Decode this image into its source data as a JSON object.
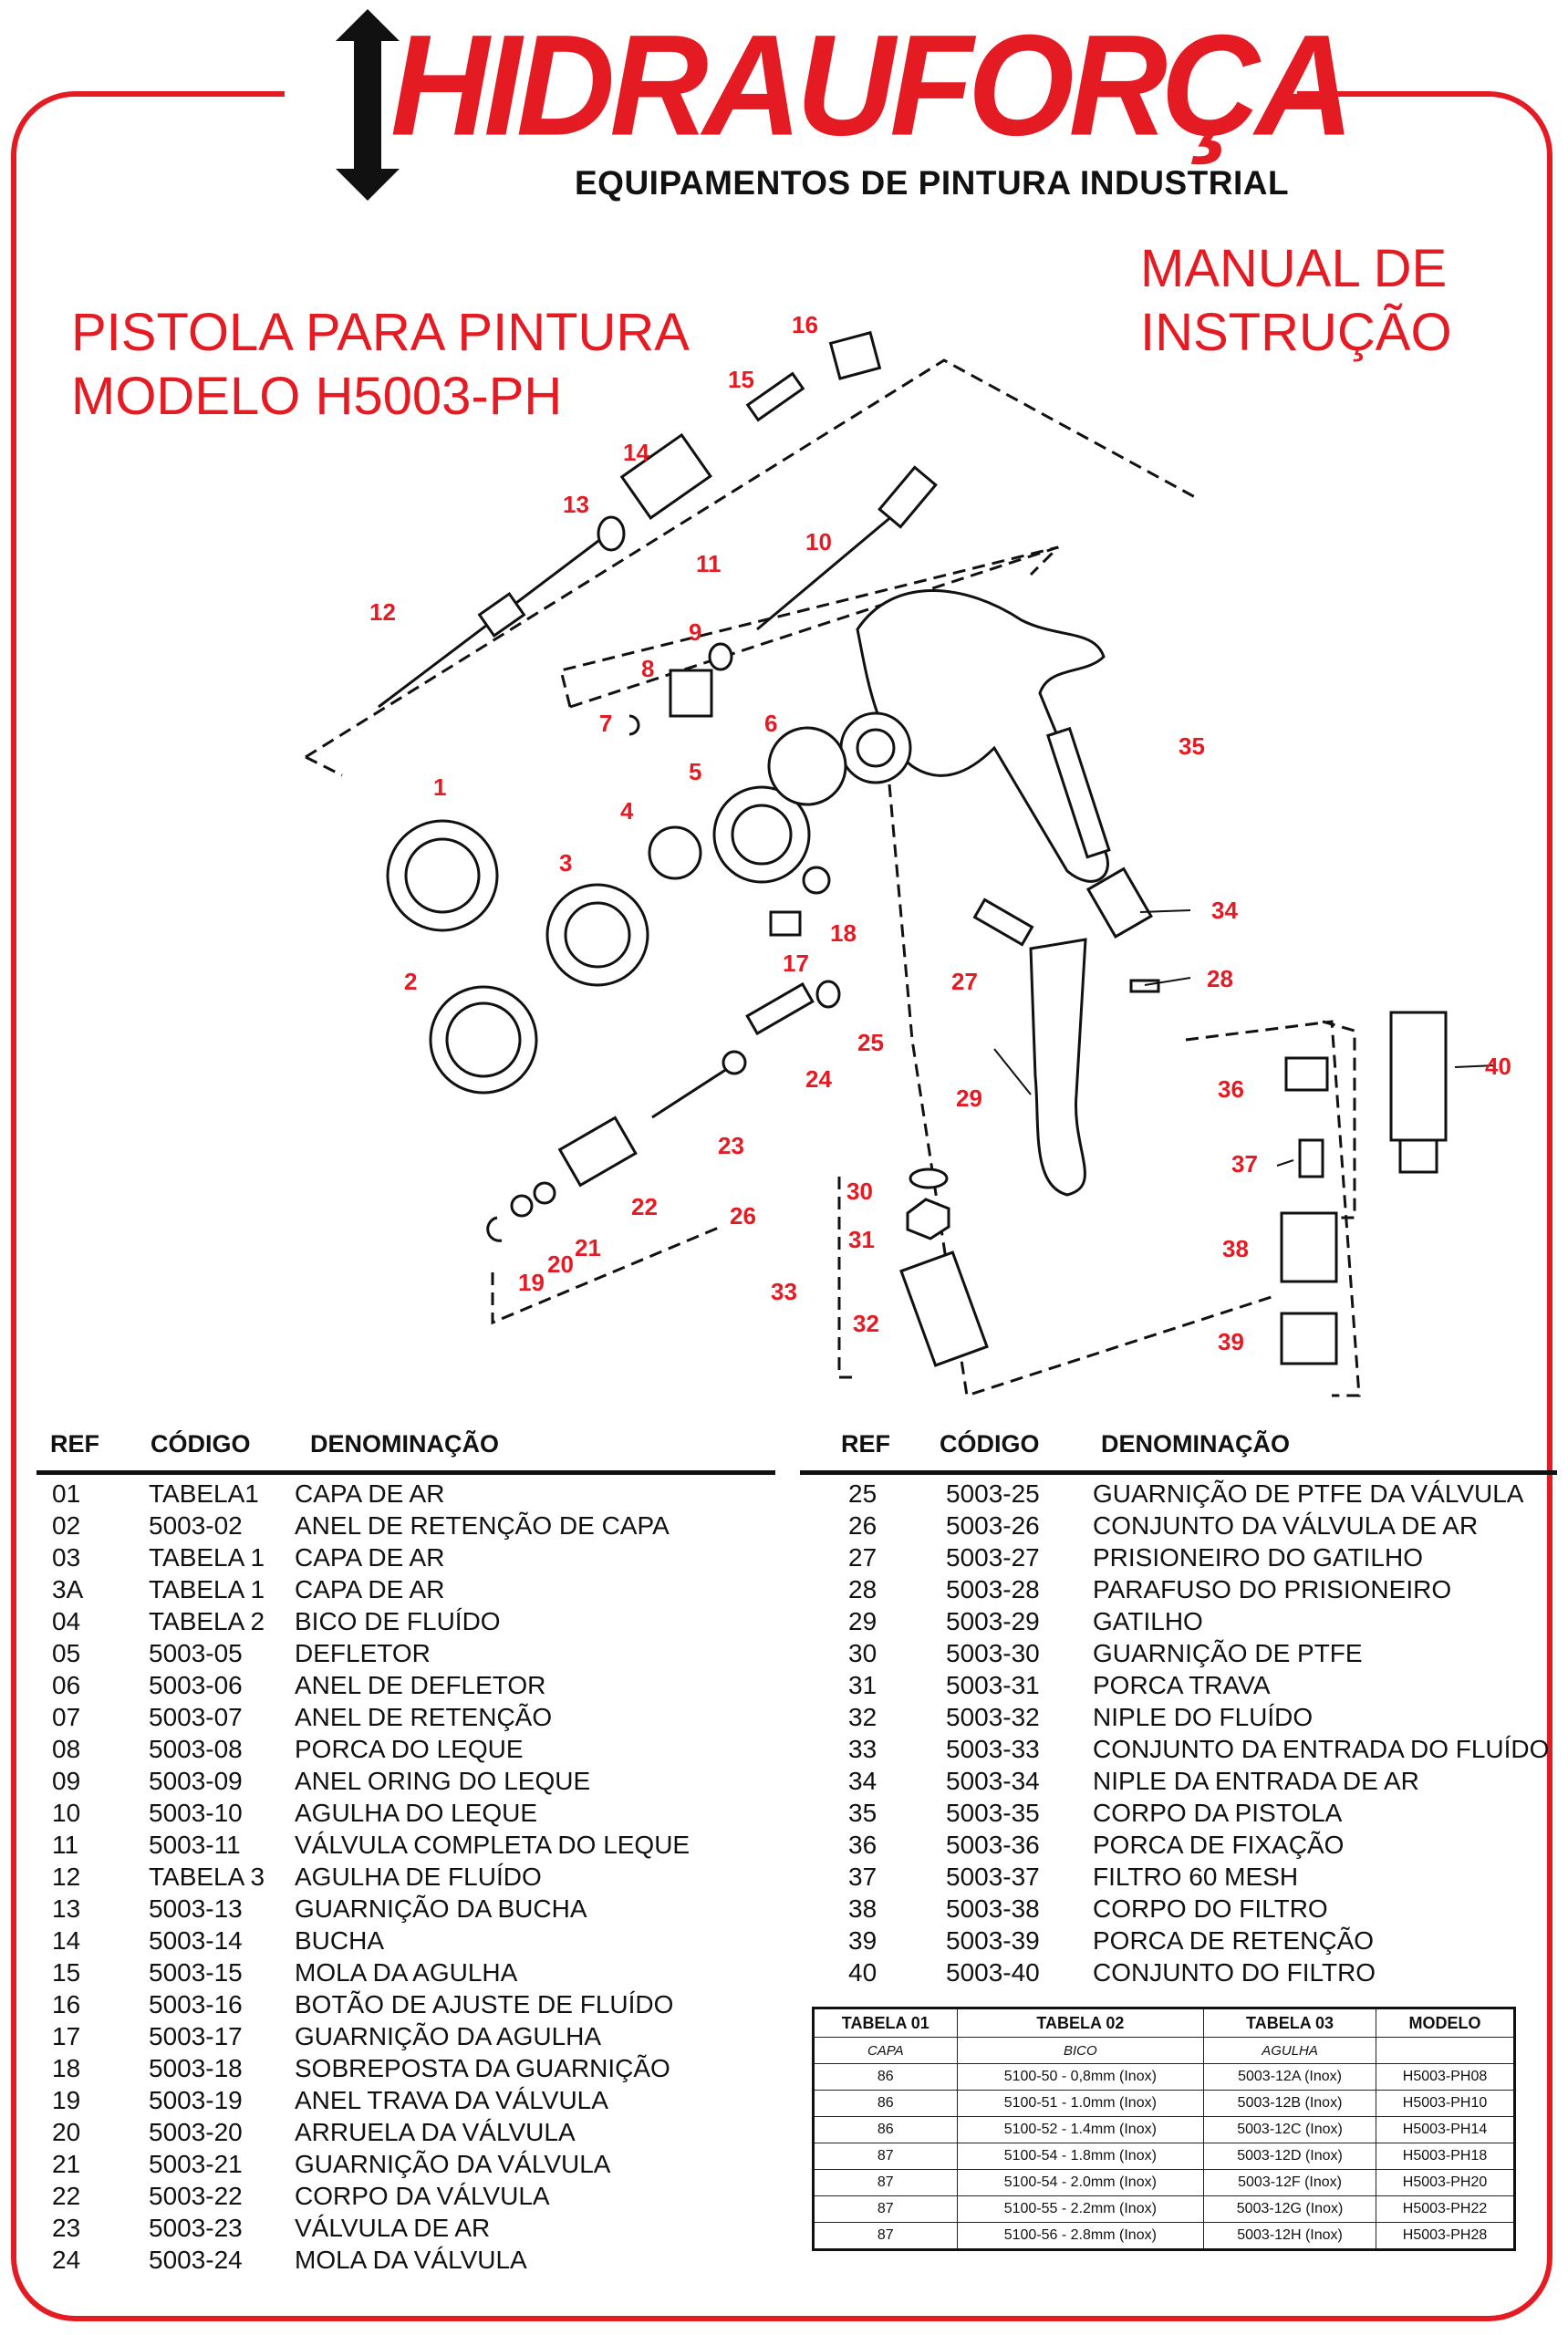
{
  "header": {
    "brand": "HIDRAUFORÇA",
    "tagline": "EQUIPAMENTOS DE PINTURA INDUSTRIAL",
    "brand_color": "#e51b24"
  },
  "title_left": [
    "PISTOLA PARA PINTURA",
    "MODELO H5003-PH"
  ],
  "title_right": [
    "MANUAL DE",
    "INSTRUÇÃO"
  ],
  "callouts": [
    "16",
    "15",
    "14",
    "13",
    "11",
    "10",
    "12",
    "9",
    "8",
    "7",
    "6",
    "5",
    "4",
    "1",
    "3",
    "2",
    "35",
    "34",
    "28",
    "27",
    "17",
    "18",
    "25",
    "24",
    "29",
    "23",
    "22",
    "26",
    "21",
    "20",
    "19",
    "30",
    "31",
    "33",
    "32",
    "36",
    "40",
    "37",
    "38",
    "39"
  ],
  "parts_header": {
    "ref": "REF",
    "code": "CÓDIGO",
    "name": "DENOMINAÇÃO"
  },
  "parts_left": [
    {
      "ref": "01",
      "code": "TABELA1",
      "name": "CAPA DE AR"
    },
    {
      "ref": "02",
      "code": "5003-02",
      "name": "ANEL DE RETENÇÃO DE CAPA"
    },
    {
      "ref": "03",
      "code": "TABELA 1",
      "name": "CAPA DE AR"
    },
    {
      "ref": "3A",
      "code": "TABELA 1",
      "name": "CAPA DE AR"
    },
    {
      "ref": "04",
      "code": "TABELA 2",
      "name": "BICO DE FLUÍDO"
    },
    {
      "ref": "05",
      "code": "5003-05",
      "name": "DEFLETOR"
    },
    {
      "ref": "06",
      "code": "5003-06",
      "name": "ANEL DE DEFLETOR"
    },
    {
      "ref": "07",
      "code": "5003-07",
      "name": "ANEL DE RETENÇÃO"
    },
    {
      "ref": "08",
      "code": "5003-08",
      "name": "PORCA DO LEQUE"
    },
    {
      "ref": "09",
      "code": "5003-09",
      "name": "ANEL ORING DO LEQUE"
    },
    {
      "ref": "10",
      "code": "5003-10",
      "name": "AGULHA DO LEQUE"
    },
    {
      "ref": "11",
      "code": "5003-11",
      "name": "VÁLVULA COMPLETA DO LEQUE"
    },
    {
      "ref": "12",
      "code": "TABELA 3",
      "name": "AGULHA DE FLUÍDO"
    },
    {
      "ref": "13",
      "code": "5003-13",
      "name": "GUARNIÇÃO DA BUCHA"
    },
    {
      "ref": "14",
      "code": "5003-14",
      "name": "BUCHA"
    },
    {
      "ref": "15",
      "code": "5003-15",
      "name": "MOLA DA AGULHA"
    },
    {
      "ref": "16",
      "code": "5003-16",
      "name": "BOTÃO DE AJUSTE DE FLUÍDO"
    },
    {
      "ref": "17",
      "code": "5003-17",
      "name": "GUARNIÇÃO DA AGULHA"
    },
    {
      "ref": "18",
      "code": "5003-18",
      "name": "SOBREPOSTA DA GUARNIÇÃO"
    },
    {
      "ref": "19",
      "code": "5003-19",
      "name": "ANEL TRAVA DA VÁLVULA"
    },
    {
      "ref": "20",
      "code": "5003-20",
      "name": "ARRUELA DA VÁLVULA"
    },
    {
      "ref": "21",
      "code": "5003-21",
      "name": "GUARNIÇÃO DA VÁLVULA"
    },
    {
      "ref": "22",
      "code": "5003-22",
      "name": "CORPO DA VÁLVULA"
    },
    {
      "ref": "23",
      "code": "5003-23",
      "name": "VÁLVULA DE AR"
    },
    {
      "ref": "24",
      "code": "5003-24",
      "name": "MOLA DA VÁLVULA"
    }
  ],
  "parts_right": [
    {
      "ref": "25",
      "code": "5003-25",
      "name": "GUARNIÇÃO DE PTFE DA VÁLVULA"
    },
    {
      "ref": "26",
      "code": "5003-26",
      "name": "CONJUNTO DA VÁLVULA DE AR"
    },
    {
      "ref": "27",
      "code": "5003-27",
      "name": "PRISIONEIRO DO GATILHO"
    },
    {
      "ref": "28",
      "code": "5003-28",
      "name": "PARAFUSO DO PRISIONEIRO"
    },
    {
      "ref": "29",
      "code": "5003-29",
      "name": "GATILHO"
    },
    {
      "ref": "30",
      "code": "5003-30",
      "name": "GUARNIÇÃO DE PTFE"
    },
    {
      "ref": "31",
      "code": "5003-31",
      "name": "PORCA TRAVA"
    },
    {
      "ref": "32",
      "code": "5003-32",
      "name": "NIPLE DO FLUÍDO"
    },
    {
      "ref": "33",
      "code": "5003-33",
      "name": "CONJUNTO DA ENTRADA DO FLUÍDO"
    },
    {
      "ref": "34",
      "code": "5003-34",
      "name": "NIPLE DA ENTRADA DE AR"
    },
    {
      "ref": "35",
      "code": "5003-35",
      "name": "CORPO DA PISTOLA"
    },
    {
      "ref": "36",
      "code": "5003-36",
      "name": "PORCA DE FIXAÇÃO"
    },
    {
      "ref": "37",
      "code": "5003-37",
      "name": "FILTRO 60 MESH"
    },
    {
      "ref": "38",
      "code": "5003-38",
      "name": "CORPO DO FILTRO"
    },
    {
      "ref": "39",
      "code": "5003-39",
      "name": "PORCA DE RETENÇÃO"
    },
    {
      "ref": "40",
      "code": "5003-40",
      "name": "CONJUNTO DO FILTRO"
    }
  ],
  "model_table": {
    "headers": [
      "TABELA 01",
      "TABELA 02",
      "TABELA 03",
      "MODELO"
    ],
    "subheaders": [
      "CAPA",
      "BICO",
      "AGULHA",
      ""
    ],
    "rows": [
      [
        "86",
        "5100-50 - 0,8mm (Inox)",
        "5003-12A (Inox)",
        "H5003-PH08"
      ],
      [
        "86",
        "5100-51 - 1.0mm (Inox)",
        "5003-12B (Inox)",
        "H5003-PH10"
      ],
      [
        "86",
        "5100-52 - 1.4mm (Inox)",
        "5003-12C (Inox)",
        "H5003-PH14"
      ],
      [
        "87",
        "5100-54 - 1.8mm (Inox)",
        "5003-12D (Inox)",
        "H5003-PH18"
      ],
      [
        "87",
        "5100-54 - 2.0mm (Inox)",
        "5003-12F (Inox)",
        "H5003-PH20"
      ],
      [
        "87",
        "5100-55 - 2.2mm (Inox)",
        "5003-12G (Inox)",
        "H5003-PH22"
      ],
      [
        "87",
        "5100-56 - 2.8mm (Inox)",
        "5003-12H (Inox)",
        "H5003-PH28"
      ]
    ]
  }
}
